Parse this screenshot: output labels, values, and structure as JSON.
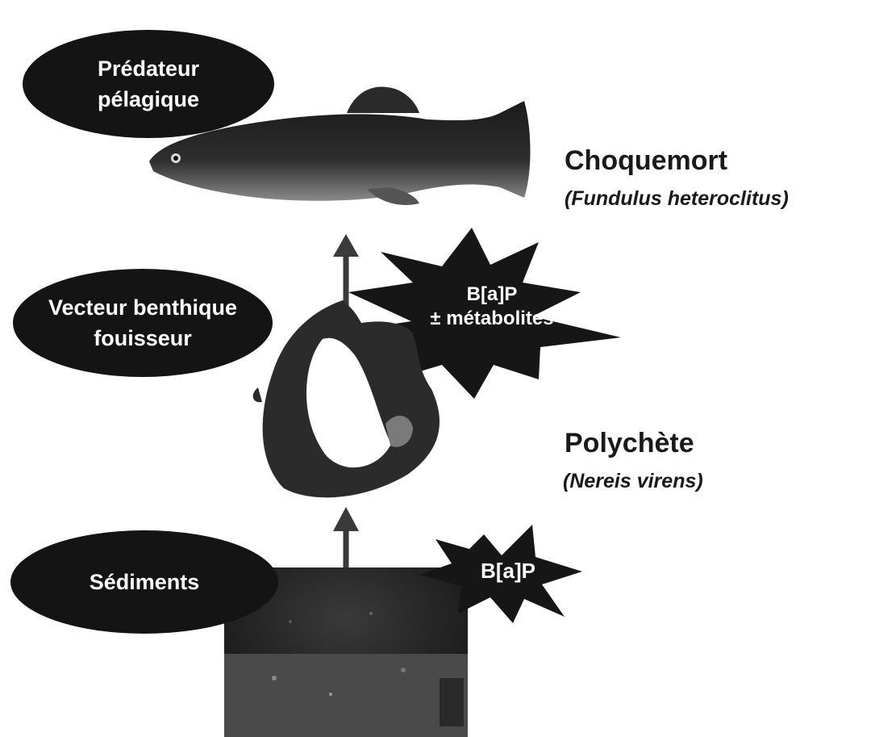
{
  "levels": {
    "predator": {
      "line1": "Prédateur",
      "line2": "pélagique"
    },
    "vector": {
      "line1": "Vecteur benthique",
      "line2": "fouisseur"
    },
    "sediments": {
      "label": "Sédiments"
    }
  },
  "organisms": {
    "fish": {
      "common_name": "Choquemort",
      "scientific_name": "(Fundulus heteroclitus)"
    },
    "worm": {
      "common_name": "Polychète",
      "scientific_name": "(Nereis virens)"
    }
  },
  "contaminants": {
    "upper": {
      "line1": "B[a]P",
      "line2": "± métabolites"
    },
    "lower": {
      "label": "B[a]P"
    }
  },
  "colors": {
    "pill_fill": "#141414",
    "organism": "#2b2b2b",
    "arrow": "#3a3a3a",
    "burst": "#161616",
    "text_dark": "#1a1a1a"
  }
}
